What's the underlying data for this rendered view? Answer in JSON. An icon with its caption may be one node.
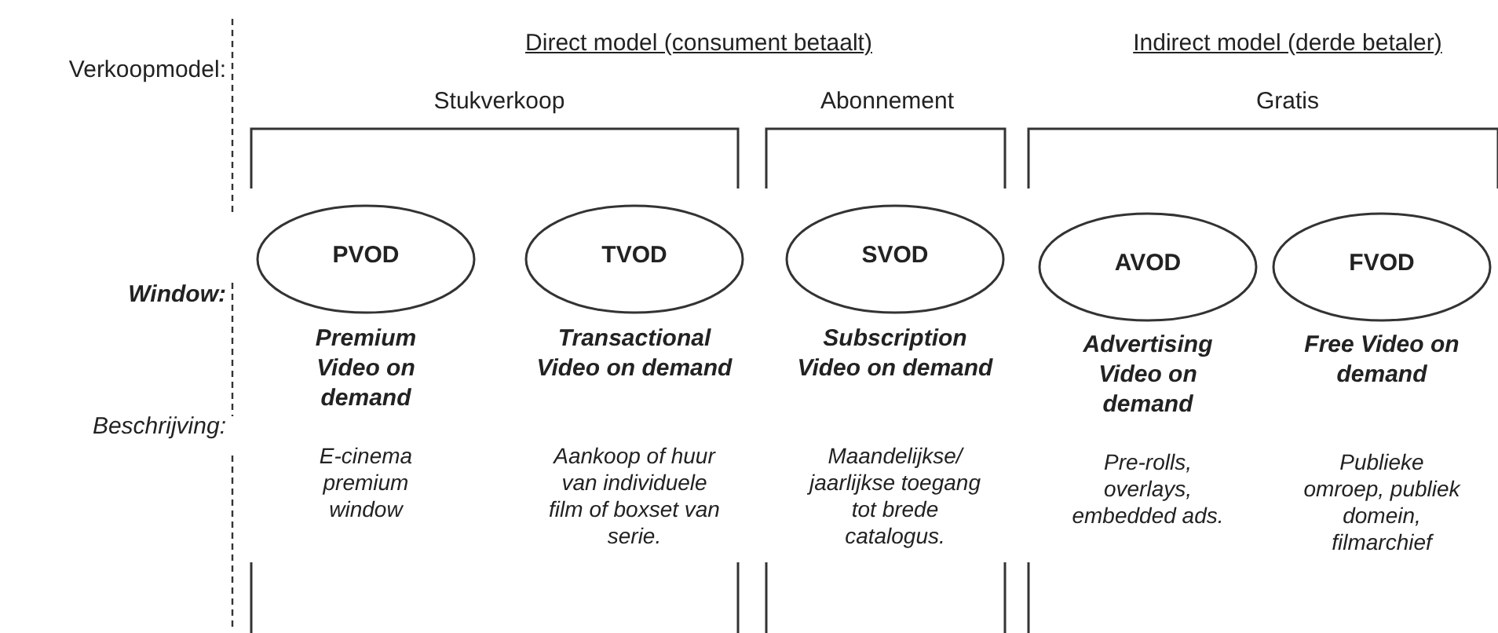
{
  "diagram": {
    "nodes": [
      {
        "text": [
          "PVOD"
        ]
      },
      {
        "text": [
          "TVOD"
        ]
      },
      {
        "text": [
          "SVOD"
        ]
      },
      {
        "text": [
          "AVOD"
        ]
      },
      {
        "text": [
          "FVOD"
        ]
      }
    ],
    "labels": [
      "Verkoopmodel:",
      "Direct model (consument betaalt)",
      "Indirect model (derde betaler)",
      "Stukverkoop",
      "Abonnement",
      "Gratis",
      "Window:",
      "Premium Video on demand",
      "Transactional Video on demand",
      "Subscription Video on demand",
      "Advertising Video on demand",
      "Free Video on demand",
      "Beschrijving:",
      "E-cinema premium window",
      "Aankoop of huur van individuele film of boxset van serie.",
      "Maandelijkse/ jaarlijkse toegang tot brede catalogus.",
      "Pre-rolls, overlays, embedded ads.",
      "Publieke omroep, publiek domein, filmarchief"
    ]
  }
}
